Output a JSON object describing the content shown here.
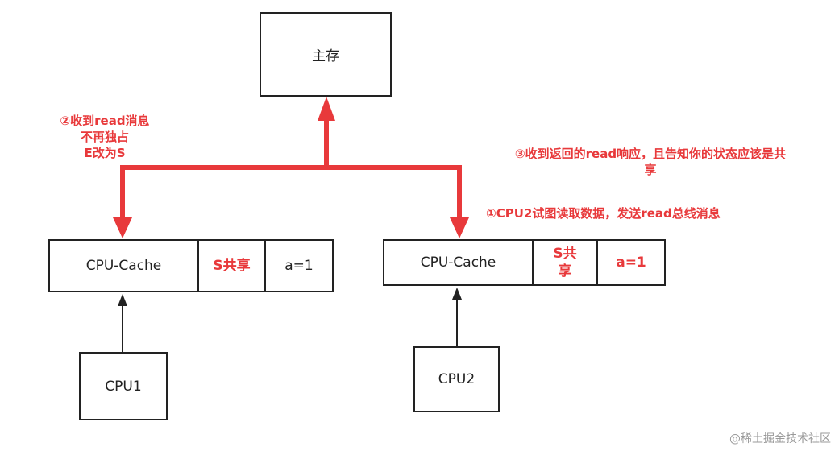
{
  "memory": {
    "label": "主存"
  },
  "left_cache": {
    "cache_label": "CPU-Cache",
    "state": "S共享",
    "value": "a=1"
  },
  "right_cache": {
    "cache_label": "CPU-Cache",
    "state": "S共享",
    "value": "a=1"
  },
  "cpus": {
    "cpu1": "CPU1",
    "cpu2": "CPU2"
  },
  "annotations": {
    "step2": [
      "②收到read消息",
      "不再独占",
      "E改为S"
    ],
    "step3": [
      "③收到返回的read响应，且告知你的状态应该是共",
      "享"
    ],
    "step1": "①CPU2试图读取数据，发送read总线消息"
  },
  "colors": {
    "bus": "#e8393b",
    "annotation": "#e8393b",
    "box_border": "#222222"
  },
  "watermark": "@稀土掘金技术社区"
}
